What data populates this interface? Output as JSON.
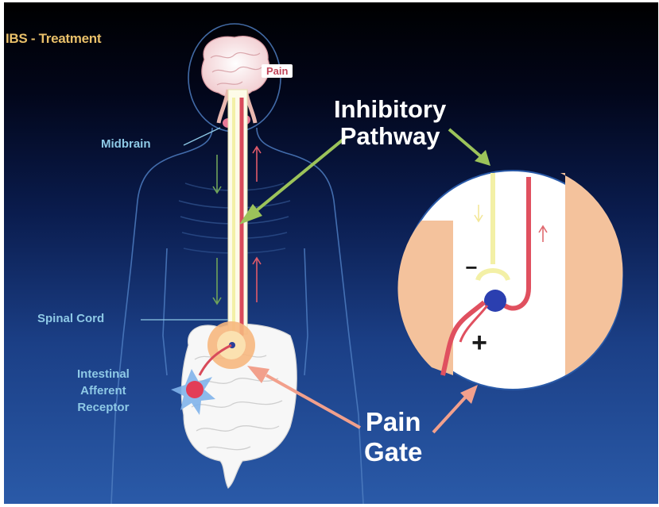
{
  "title": "IBS - Treatment",
  "labels": {
    "pain": "Pain",
    "midbrain": "Midbrain",
    "spinal_cord": "Spinal Cord",
    "intestinal_receptor": [
      "Intestinal",
      "Afferent",
      "Receptor"
    ],
    "inhibitory_pathway": [
      "Inhibitory",
      "Pathway"
    ],
    "pain_gate": [
      "Pain",
      "Gate"
    ]
  },
  "inset_symbols": {
    "minus": "−",
    "plus": "+"
  },
  "colors": {
    "label_blue": "#8ec9e6",
    "title_gold": "#e9c06a",
    "ascending_pain_red": "#d84a5a",
    "descending_yellow": "#f3f0a6",
    "arrow_green": "#9cc35a",
    "arrow_salmon": "#f2a08c",
    "skin_peach": "#f4c29c"
  }
}
